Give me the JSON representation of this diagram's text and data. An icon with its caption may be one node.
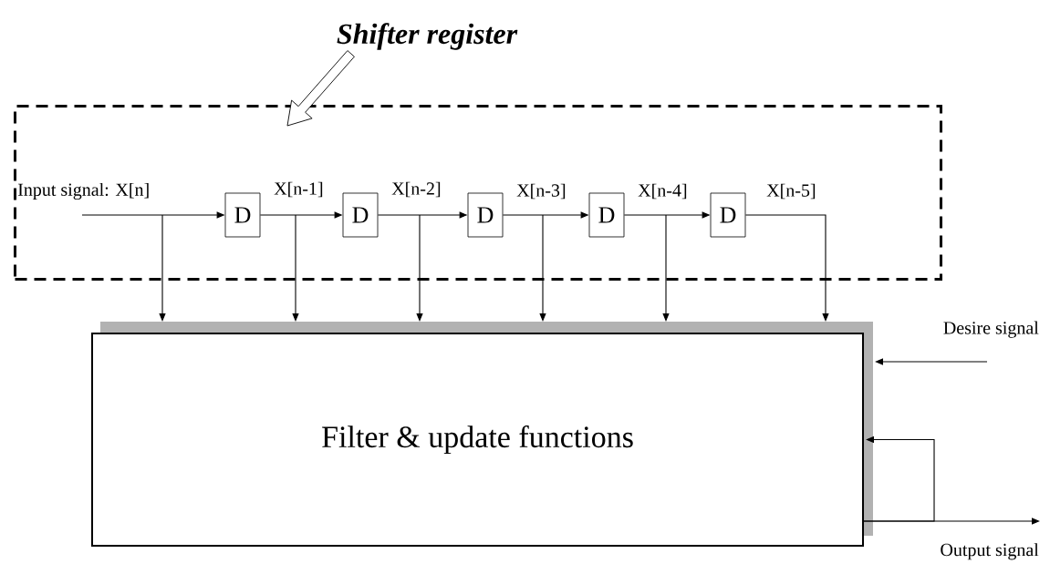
{
  "diagram": {
    "nodes": [
      {
        "text": [
          "Shifter register"
        ]
      },
      {
        "text": [],
        "shape": "box"
      },
      {
        "text": [
          "Input signal: X[n]"
        ],
        "in": 1
      },
      {
        "text": [
          "D"
        ],
        "in": 1
      },
      {
        "text": [
          "D"
        ],
        "in": 1
      },
      {
        "text": [
          "D"
        ],
        "in": 1
      },
      {
        "text": [
          "D"
        ],
        "in": 1
      },
      {
        "text": [
          "D"
        ],
        "in": 1
      },
      {
        "text": [
          "Filter & update functions"
        ]
      },
      {
        "text": [
          "Desire signal"
        ]
      },
      {
        "text": [
          "Output signal"
        ]
      }
    ],
    "edges": [
      {
        "from": 0,
        "to": 1,
        "arrow": "to"
      },
      {
        "from": 2,
        "to": 3,
        "arrow": "to"
      },
      {
        "from": 2,
        "to": 8,
        "arrow": "to"
      },
      {
        "from": 3,
        "to": 4,
        "arrow": "to",
        "label": "X[n-1]"
      },
      {
        "from": 3,
        "to": 8,
        "arrow": "to"
      },
      {
        "from": 4,
        "to": 5,
        "arrow": "to",
        "label": "X[n-2]"
      },
      {
        "from": 4,
        "to": 8,
        "arrow": "to"
      },
      {
        "from": 5,
        "to": 6,
        "arrow": "to",
        "label": "X[n-3]"
      },
      {
        "from": 5,
        "to": 8,
        "arrow": "to"
      },
      {
        "from": 6,
        "to": 7,
        "arrow": "to",
        "label": "X[n-4]"
      },
      {
        "from": 6,
        "to": 8,
        "arrow": "to"
      },
      {
        "from": 7,
        "to": 8,
        "arrow": "to",
        "label": "X[n-5]"
      },
      {
        "from": 9,
        "to": 8,
        "arrow": "to"
      },
      {
        "from": 8,
        "to": 10,
        "arrow": "to"
      },
      {
        "from": 8,
        "to": 8,
        "arrow": "to"
      }
    ]
  }
}
